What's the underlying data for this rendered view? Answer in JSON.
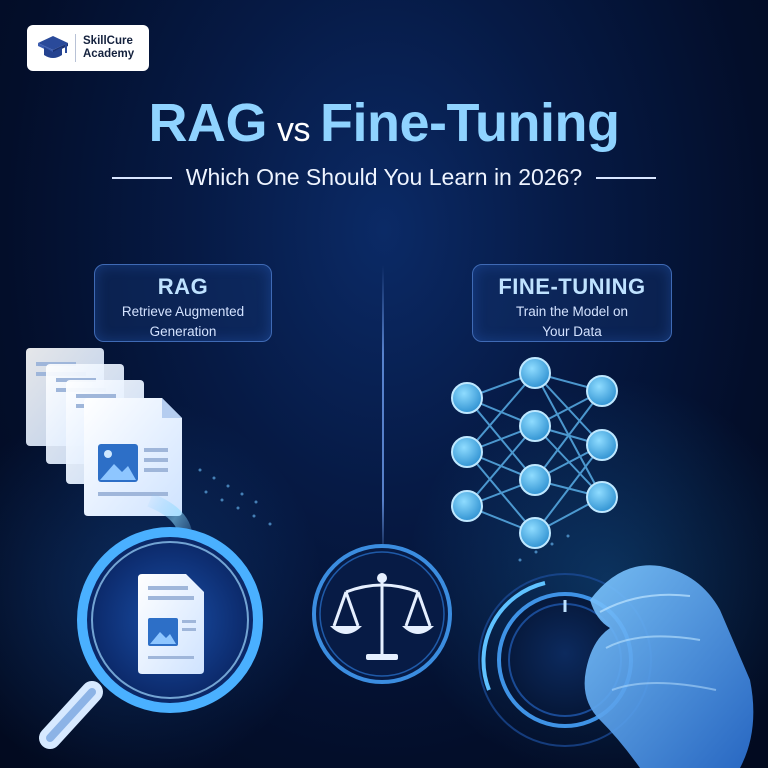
{
  "brand": {
    "line1": "SkillCure",
    "line2": "Academy"
  },
  "title": {
    "left": "RAG",
    "middle": "vs",
    "right": "Fine-Tuning"
  },
  "subtitle": "Which One Should You Learn in 2026?",
  "rag_card": {
    "title": "RAG",
    "line1": "Retrieve Augmented",
    "line2": "Generation"
  },
  "ft_card": {
    "title": "FINE-TUNING",
    "line1": "Train the Model on",
    "line2": "Your Data"
  },
  "icons": {
    "logo": "graduation-cap-icon",
    "documents": "document-stack-icon",
    "magnifier": "magnifying-glass-icon",
    "scale": "balance-scale-icon",
    "network": "neural-network-icon",
    "dial": "control-dial-icon",
    "hand": "hand-icon"
  },
  "colors": {
    "background": "#030e2a",
    "accent": "#8fd3ff",
    "node": "#4fb0e8"
  }
}
